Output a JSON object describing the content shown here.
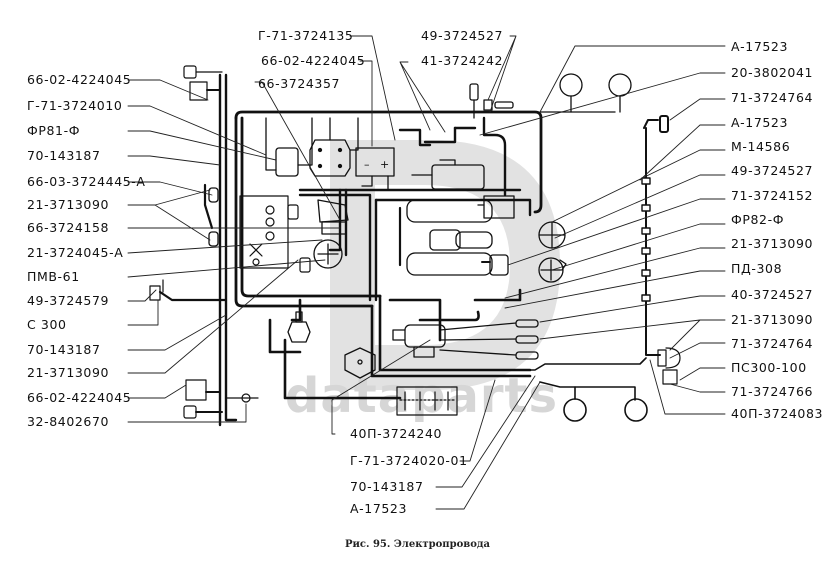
{
  "figure": {
    "caption": "Рис. 95. Электропровода",
    "watermark": "dataparts"
  },
  "labels_left": [
    "66-02-4224045",
    "Г-71-3724010",
    "ФР81-Ф",
    "70-143187",
    "66-03-3724445-А",
    "21-3713090",
    "66-3724158",
    "21-3724045-А",
    "ПМВ-61",
    "49-3724579",
    "С 300",
    "70-143187",
    "21-3713090",
    "66-02-4224045",
    "32-8402670"
  ],
  "labels_top": [
    "Г-71-3724135",
    "66-02-4224045",
    "66-3724357",
    "49-3724527",
    "41-3724242"
  ],
  "labels_right": [
    "А-17523",
    "20-3802041",
    "71-3724764",
    "А-17523",
    "М-14586",
    "49-3724527",
    "71-3724152",
    "ФР82-Ф",
    "21-3713090",
    "ПД-308",
    "40-3724527",
    "21-3713090",
    "71-3724764",
    "ПС300-100",
    "71-3724766",
    "40П-3724083"
  ],
  "labels_bottom": [
    "40П-3724240",
    "Г-71-3724020-01",
    "70-143187",
    "А-17523"
  ],
  "colors": {
    "ink": "#111111",
    "watermark": "#d6d6d6",
    "background": "#ffffff"
  }
}
